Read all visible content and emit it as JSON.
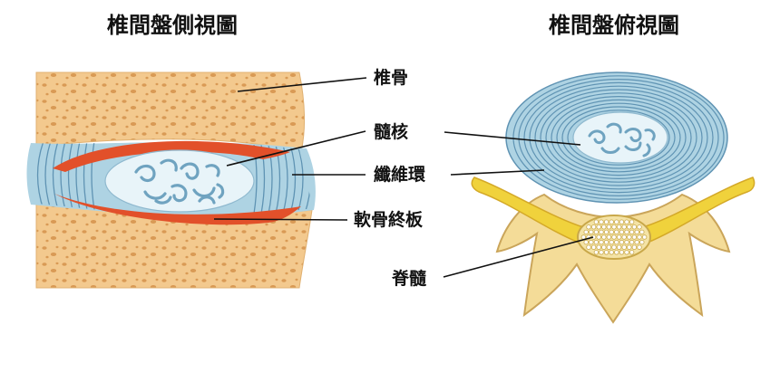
{
  "titles": {
    "side_view": "椎間盤側視圖",
    "top_view": "椎間盤俯視圖"
  },
  "labels": {
    "vertebra": "椎骨",
    "nucleus": "髓核",
    "annulus": "纖維環",
    "endplate": "軟骨終板",
    "spinal_cord": "脊髓"
  },
  "colors": {
    "bone": "#f3c98e",
    "bone_pore": "#d99a55",
    "endplate": "#e2502a",
    "annulus": "#aed3e3",
    "annulus_ring": "#5f93b3",
    "nucleus": "#e8f4f9",
    "nerve": "#f0d23c",
    "vertebra_top": "#f4dc98",
    "vertebra_top_edge": "#caa55a",
    "cord": "#f4e3a6"
  }
}
